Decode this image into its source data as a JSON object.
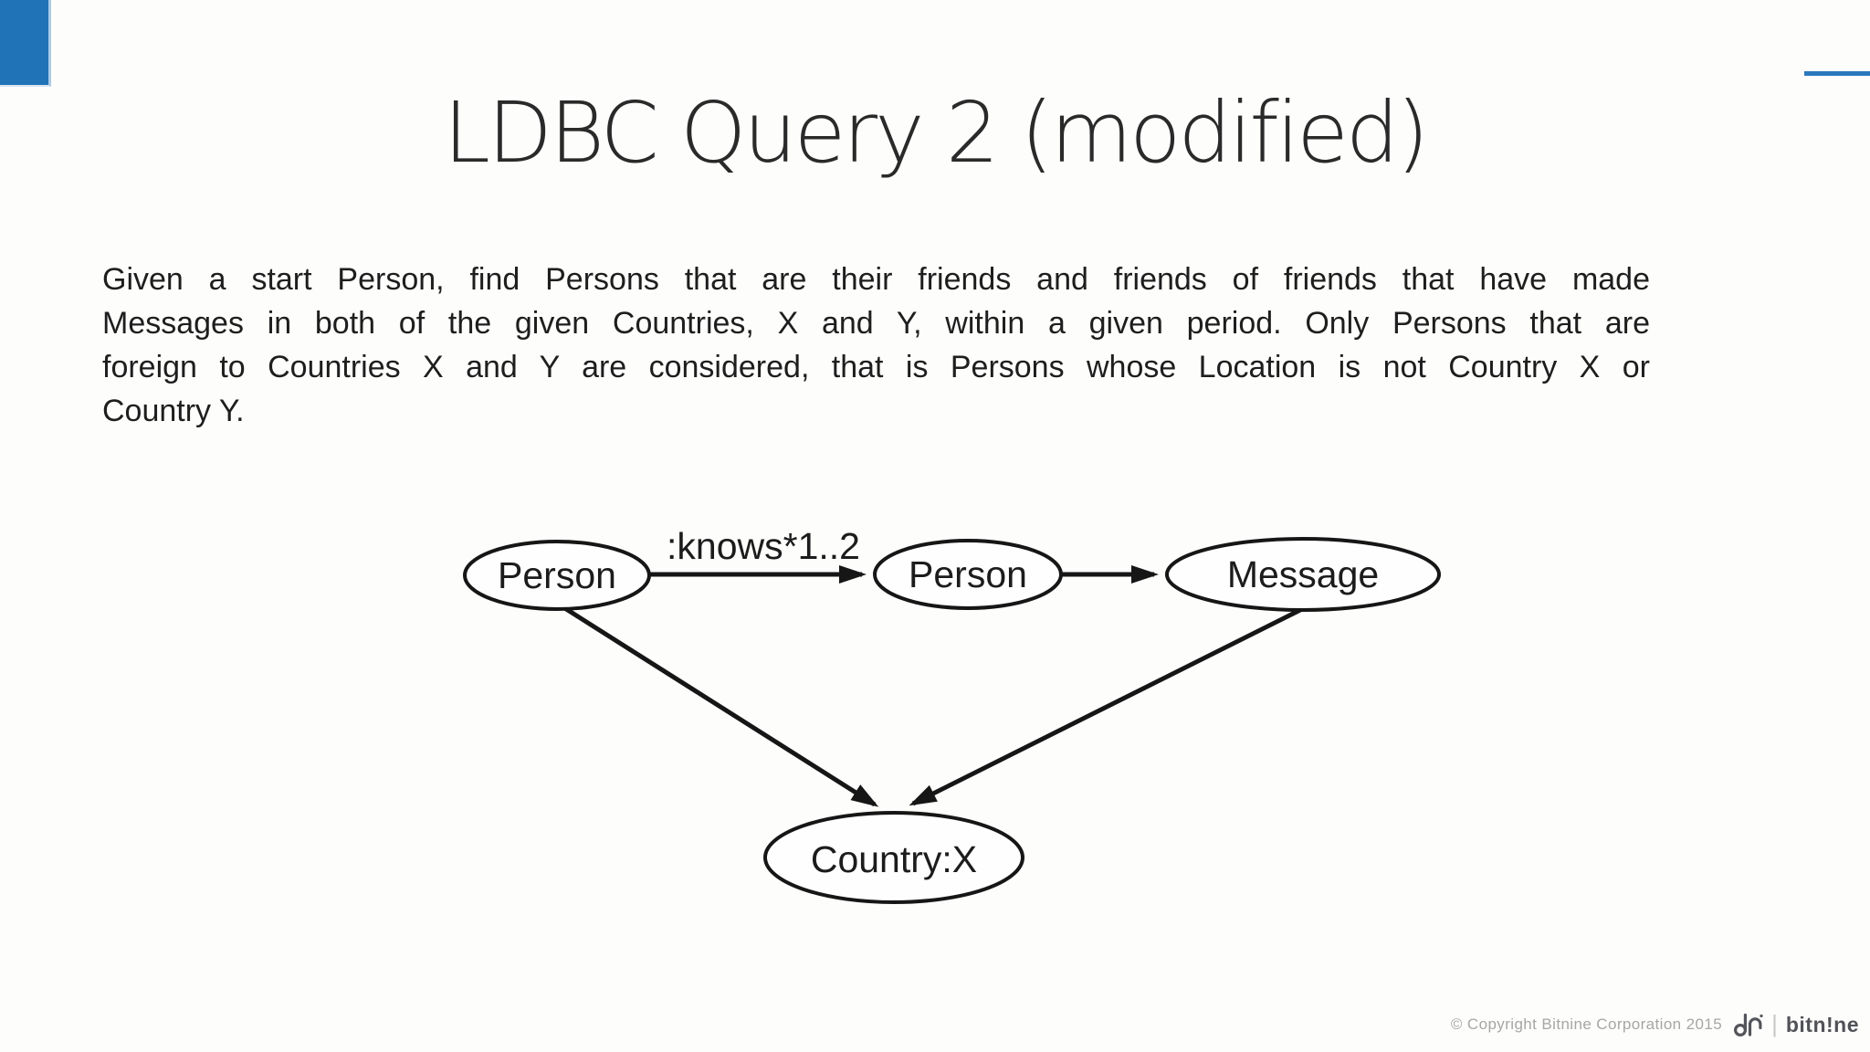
{
  "slide": {
    "title": "LDBC Query 2 (modified)",
    "body_lines": [
      "Given a start Person, find Persons that are their friends and friends of friends that have made",
      "Messages in both of the given Countries, X and Y, within a given period. Only Persons that are",
      "foreign to Countries X and Y are considered, that is Persons whose Location is not Country X or",
      "Country Y."
    ]
  },
  "diagram": {
    "nodes": [
      {
        "id": "person-start",
        "label": "Person"
      },
      {
        "id": "person-friend",
        "label": "Person"
      },
      {
        "id": "message",
        "label": "Message"
      },
      {
        "id": "country-x",
        "label": "Country:X"
      }
    ],
    "edge_label": ":knows*1..2"
  },
  "footer": {
    "copyright": "© Copyright Bitnine Corporation 2015",
    "logo_monogram": "bn-monogram",
    "logo_divider": "|",
    "logo_wordmark": "bitn!ne"
  },
  "colors": {
    "accent_blue": "#2173b8",
    "accent_blue_light": "#a9cbe5",
    "top_line_blue": "#2a78be",
    "diagram_stroke": "#161616",
    "text_dark": "#1e1e1e",
    "footer_gray": "#a6a6a6",
    "logo_gray": "#515257"
  }
}
